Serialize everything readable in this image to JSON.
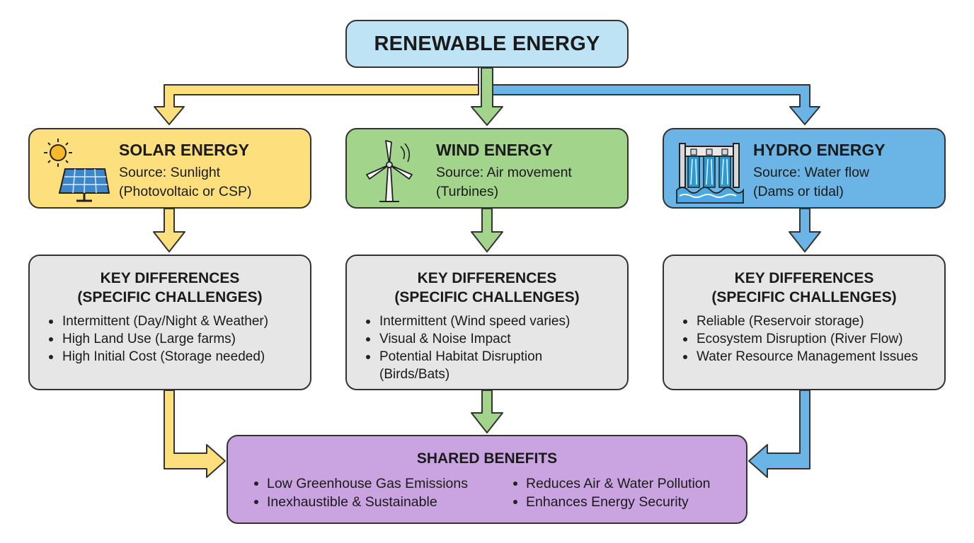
{
  "root": {
    "title": "RENEWABLE ENERGY"
  },
  "sources": [
    {
      "title": "SOLAR ENERGY",
      "source": "Source: Sunlight",
      "detail": "(Photovoltaic or CSP)"
    },
    {
      "title": "WIND ENERGY",
      "source": "Source: Air movement",
      "detail": "(Turbines)"
    },
    {
      "title": "HYDRO ENERGY",
      "source": "Source: Water flow",
      "detail": "(Dams or tidal)"
    }
  ],
  "differences": [
    {
      "heading1": "KEY DIFFERENCES",
      "heading2": "(SPECIFIC CHALLENGES)",
      "items": [
        "Intermittent (Day/Night & Weather)",
        "High Land Use (Large farms)",
        "High Initial Cost (Storage needed)"
      ]
    },
    {
      "heading1": "KEY DIFFERENCES",
      "heading2": "(SPECIFIC CHALLENGES)",
      "items": [
        "Intermittent (Wind speed varies)",
        "Visual & Noise Impact",
        "Potential Habitat Disruption",
        "(Birds/Bats)"
      ]
    },
    {
      "heading1": "KEY DIFFERENCES",
      "heading2": "(SPECIFIC CHALLENGES)",
      "items": [
        "Reliable (Reservoir storage)",
        "Ecosystem Disruption (River Flow)",
        "Water Resource Management Issues"
      ]
    }
  ],
  "shared": {
    "title": "SHARED BENEFITS",
    "col1": [
      "Low Greenhouse Gas Emissions",
      "Inexhaustible & Sustainable"
    ],
    "col2": [
      "Reduces Air & Water Pollution",
      "Enhances Energy Security"
    ]
  },
  "colors": {
    "root": "#bde3f5",
    "solar": "#fde07d",
    "wind": "#a2d48c",
    "hydro": "#6ab5e6",
    "differences": "#e6e6e6",
    "shared": "#c9a4e0",
    "border": "#333333"
  },
  "icons": {
    "solar": "sun-solar-panel-icon",
    "wind": "wind-turbine-icon",
    "hydro": "hydro-dam-icon"
  }
}
